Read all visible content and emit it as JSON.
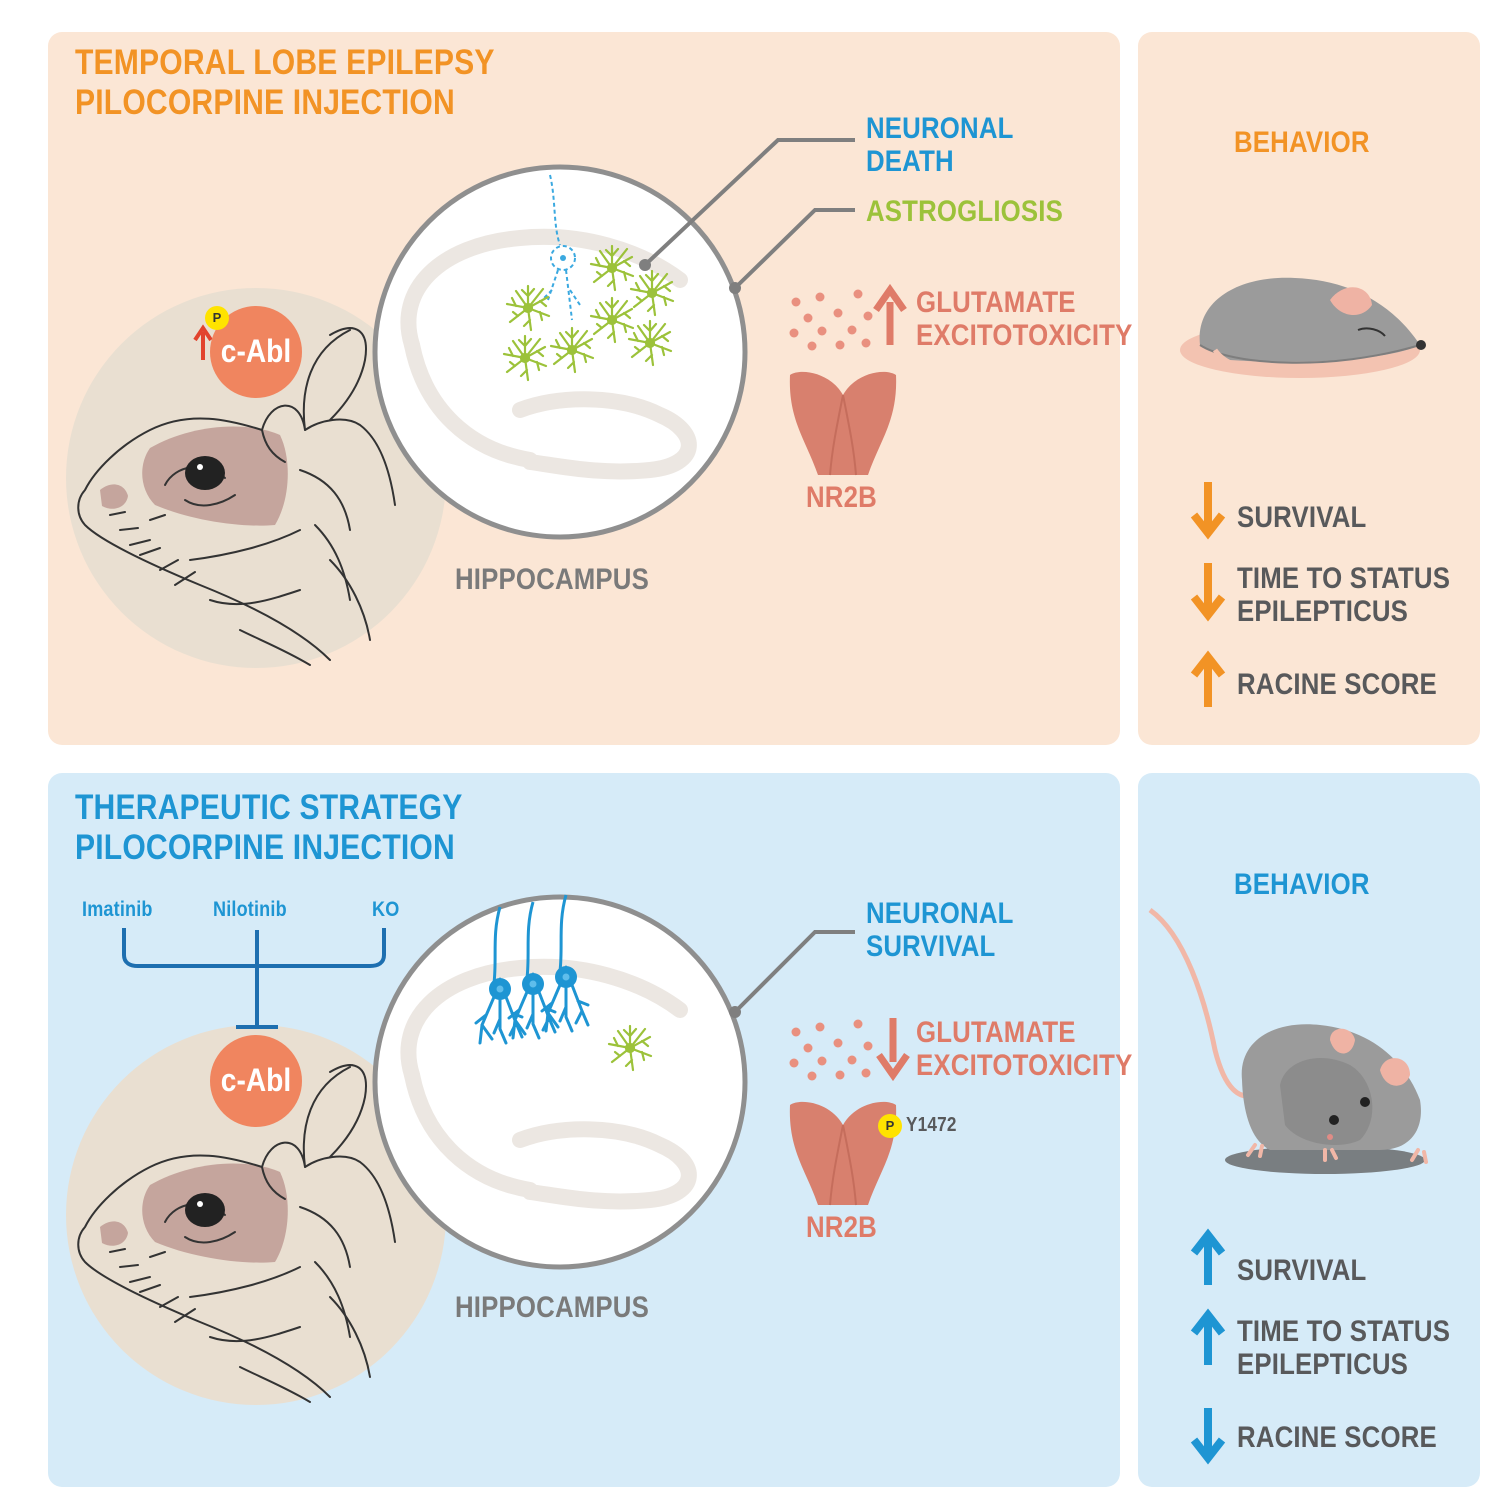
{
  "top": {
    "title_line1": "TEMPORAL LOBE EPILEPSY",
    "title_line2": "PILOCORPINE INJECTION",
    "cabl_label": "c-Abl",
    "p_badge": "P",
    "callout_neuronal_line1": "NEURONAL",
    "callout_neuronal_line2": "DEATH",
    "callout_astro": "ASTROGLIOSIS",
    "glutamate_line1": "GLUTAMATE",
    "glutamate_line2": "EXCITOTOXICITY",
    "receptor_label": "NR2B",
    "hippocampus_label": "HIPPOCAMPUS",
    "behavior": {
      "title": "BEHAVIOR",
      "items": [
        {
          "direction": "down",
          "label_line1": "SURVIVAL",
          "label_line2": ""
        },
        {
          "direction": "down",
          "label_line1": "TIME TO STATUS",
          "label_line2": "EPILEPTICUS"
        },
        {
          "direction": "up",
          "label_line1": "RACINE SCORE",
          "label_line2": ""
        }
      ]
    }
  },
  "bottom": {
    "title_line1": "THERAPEUTIC STRATEGY",
    "title_line2": "PILOCORPINE INJECTION",
    "drugs": [
      "Imatinib",
      "Nilotinib",
      "KO"
    ],
    "cabl_label": "c-Abl",
    "callout_neuronal_line1": "NEURONAL",
    "callout_neuronal_line2": "SURVIVAL",
    "glutamate_line1": "GLUTAMATE",
    "glutamate_line2": "EXCITOTOXICITY",
    "receptor_label": "NR2B",
    "p_badge": "P",
    "phospho_site": "Y1472",
    "hippocampus_label": "HIPPOCAMPUS",
    "behavior": {
      "title": "BEHAVIOR",
      "items": [
        {
          "direction": "up",
          "label_line1": "SURVIVAL",
          "label_line2": ""
        },
        {
          "direction": "up",
          "label_line1": "TIME TO STATUS",
          "label_line2": "EPILEPTICUS"
        },
        {
          "direction": "down",
          "label_line1": "RACINE SCORE",
          "label_line2": ""
        }
      ]
    }
  },
  "colors": {
    "top_bg": "#FBE6D5",
    "bottom_bg": "#D6EBF8",
    "orange": "#F29325",
    "blue": "#1E95D3",
    "green": "#9CC23A",
    "salmon": "#DF7B68",
    "cabl": "#F0855F"
  }
}
